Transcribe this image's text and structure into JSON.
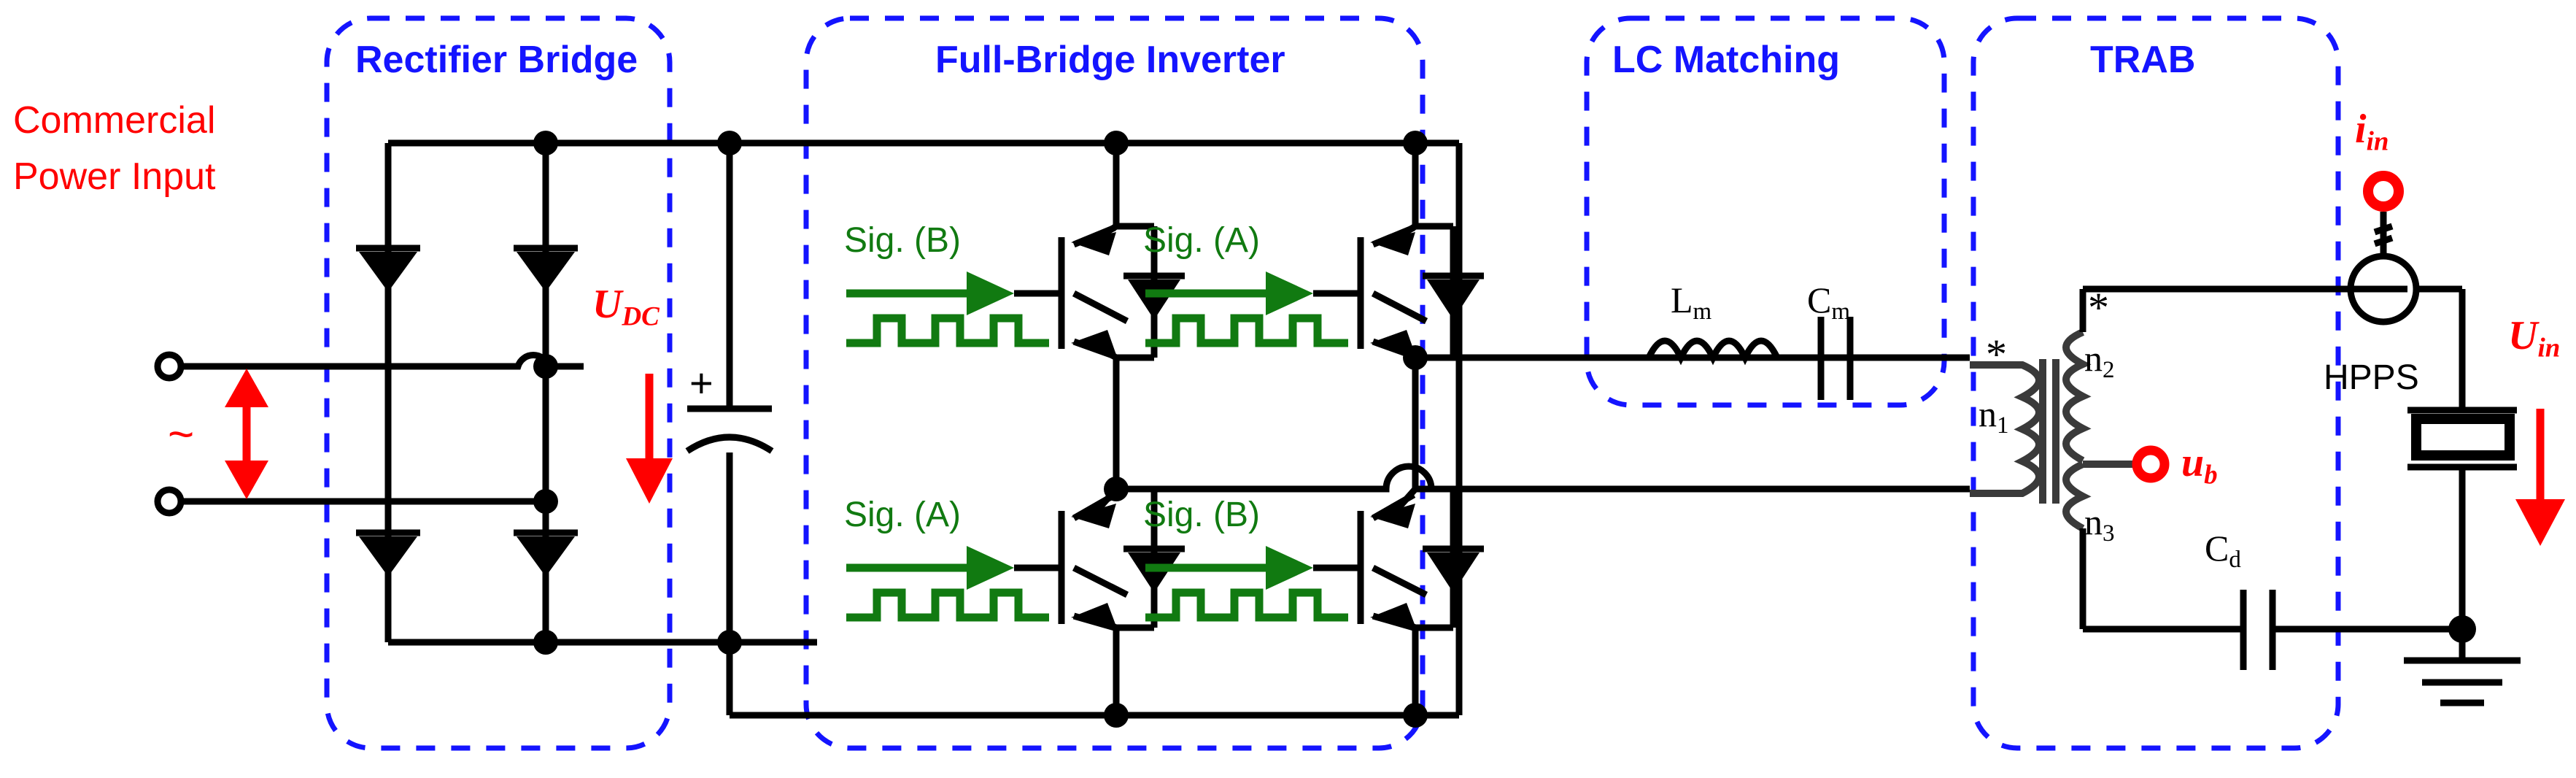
{
  "diagram": {
    "title": "Power supply chain block diagram",
    "colors": {
      "wire": "#000000",
      "section_border": "#1414ff",
      "annotation_red": "#ff0000",
      "signal_green": "#117a11",
      "coil_gray": "#3a3a3a"
    }
  },
  "sections": [
    {
      "id": "rectifier",
      "label": "Rectifier Bridge"
    },
    {
      "id": "inverter",
      "label": "Full-Bridge Inverter"
    },
    {
      "id": "lc",
      "label": "LC Matching"
    },
    {
      "id": "trab",
      "label": "TRAB"
    }
  ],
  "input": {
    "line1": "Commercial",
    "line2": "Power Input",
    "ac_symbol": "~"
  },
  "rectifier": {
    "dc_bus_label": "U",
    "dc_bus_sub": "DC",
    "cap_polarity": "+"
  },
  "inverter": {
    "switches": [
      {
        "position": "top-left",
        "label": "Sig. (B)"
      },
      {
        "position": "top-right",
        "label": "Sig. (A)"
      },
      {
        "position": "bottom-left",
        "label": "Sig. (A)"
      },
      {
        "position": "bottom-right",
        "label": "Sig. (B)"
      }
    ]
  },
  "lc_matching": {
    "inductor": {
      "label": "L",
      "sub": "m"
    },
    "capacitor": {
      "label": "C",
      "sub": "m"
    }
  },
  "trab": {
    "primary": {
      "label": "n",
      "sub": "1",
      "dot": "*"
    },
    "secondary_upper": {
      "label": "n",
      "sub": "2",
      "dot": "*"
    },
    "secondary_lower": {
      "label": "n",
      "sub": "3"
    },
    "tap_label": "u",
    "tap_sub": "b",
    "damping_cap": {
      "label": "C",
      "sub": "d"
    }
  },
  "load": {
    "current_label": "i",
    "current_sub": "in",
    "source_name": "HPPS",
    "voltage_label": "U",
    "voltage_sub": "in"
  }
}
